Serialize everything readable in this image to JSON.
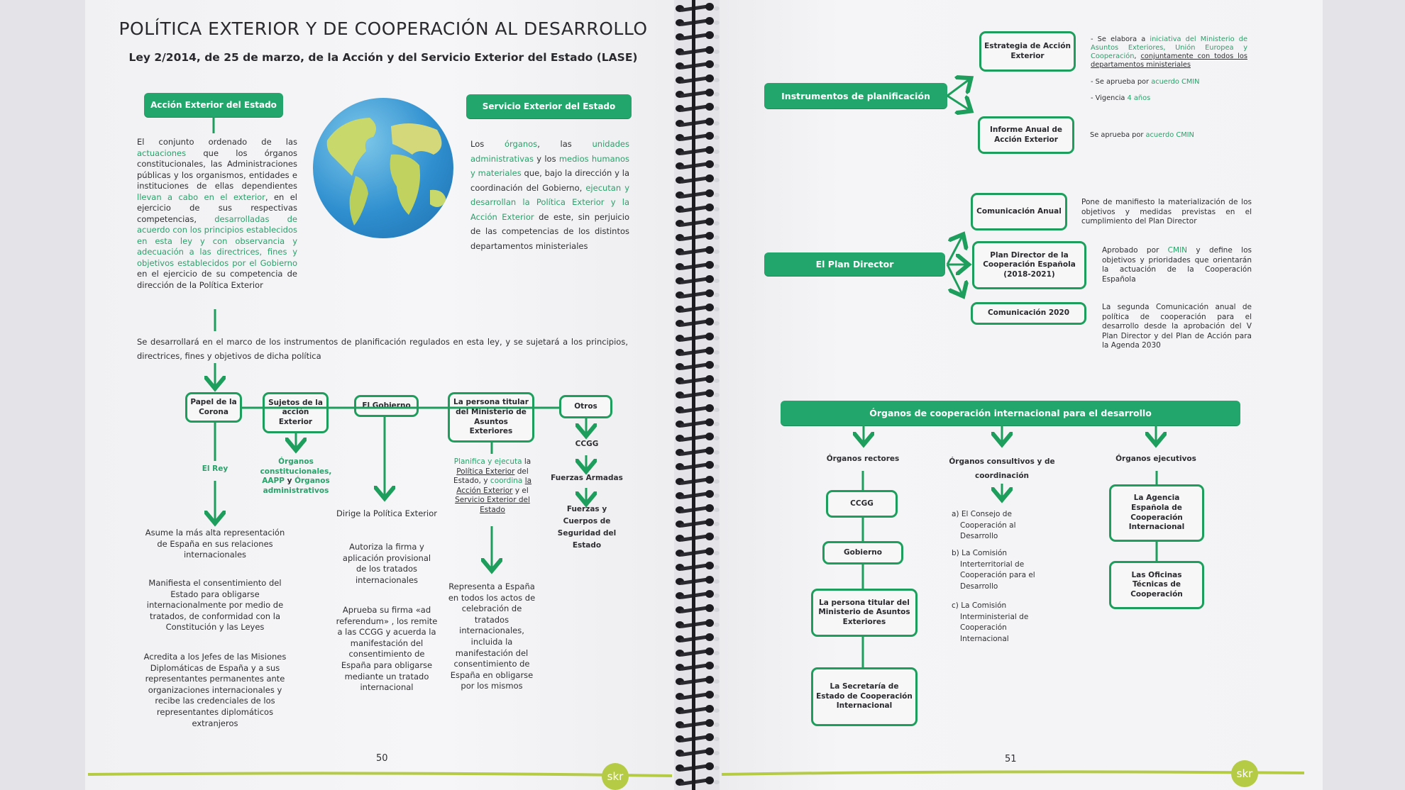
{
  "left_page": {
    "title": "POLÍTICA EXTERIOR Y DE COOPERACIÓN AL DESARROLLO",
    "subtitle": "Ley 2/2014, de 25 de marzo, de la Acción y del Servicio Exterior del Estado (LASE)",
    "accion_header": "Acción Exterior del Estado",
    "accion_text": [
      {
        "t": "El conjunto ordenado de las "
      },
      {
        "t": "actuaciones",
        "g": 1
      },
      {
        "t": " que los órganos constitucionales, las Administraciones públicas y los organismos, entidades e instituciones de ellas dependientes "
      },
      {
        "t": "llevan a cabo en el exterior",
        "g": 1
      },
      {
        "t": ", en el ejercicio de sus respectivas competencias, "
      },
      {
        "t": "desarrolladas de acuerdo con los principios establecidos en esta ley y con observancia y adecuación a las directrices, fines y objetivos establecidos por el Gobierno",
        "g": 1
      },
      {
        "t": " en el ejercicio de su competencia de dirección de la Política Exterior"
      }
    ],
    "servicio_header": "Servicio Exterior del Estado",
    "servicio_text": [
      {
        "t": "Los "
      },
      {
        "t": "órganos",
        "g": 1
      },
      {
        "t": ", las "
      },
      {
        "t": "unidades administrativas",
        "g": 1
      },
      {
        "t": " y los "
      },
      {
        "t": "medios humanos y materiales",
        "g": 1
      },
      {
        "t": " que, bajo la dirección y la coordinación del Gobierno, "
      },
      {
        "t": "ejecutan y desarrollan la Política Exterior y la Acción Exterior",
        "g": 1
      },
      {
        "t": " de este, sin perjuicio de las competencias de los distintos departamentos ministeriales"
      }
    ],
    "framework_text": "Se desarrollará en el marco de los instrumentos de planificación regulados en esta ley, y se sujetará a los principios, directrices, fines y objetivos de dicha política",
    "boxes": {
      "corona": "Papel de la Corona",
      "sujetos": "Sujetos de la acción Exterior",
      "gobierno": "El Gobierno",
      "ministro": "La persona titular del Ministerio de Asuntos Exteriores",
      "otros": "Otros"
    },
    "el_rey": "El Rey",
    "organos_constitucionales": [
      {
        "t": "Órganos constitucionales, AAPP",
        "g": 1
      },
      {
        "t": " y "
      },
      {
        "t": "Órganos administrativos",
        "g": 1
      }
    ],
    "rey_functions": [
      "Asume la más alta representación de España en sus relaciones internacionales",
      "Manifiesta el consentimiento del Estado para obligarse internacionalmente por medio de tratados, de conformidad con la Constitución y las Leyes",
      "Acredita a los Jefes de las Misiones Diplomáticas de España y a sus representantes permanentes ante organizaciones internacionales y recibe las credenciales de los representantes diplomáticos extranjeros"
    ],
    "gobierno_functions": [
      "Dirige la Política Exterior",
      "Autoriza la firma y aplicación provisional de los tratados internacionales",
      "Aprueba su firma «ad referendum» , los remite a las CCGG  y acuerda la manifestación del consentimiento de España para obligarse mediante un tratado internacional"
    ],
    "ministro_planifica": [
      {
        "t": "Planifica y ejecuta",
        "g": 1
      },
      {
        "t": " la "
      },
      {
        "t": "Política Exterior",
        "u": 1
      },
      {
        "t": " del Estado, y "
      },
      {
        "t": "coordina",
        "g": 1
      },
      {
        "t": " "
      },
      {
        "t": "la Acción Exterior",
        "u": 1
      },
      {
        "t": " y el "
      },
      {
        "t": "Servicio Exterior del Estado",
        "u": 1
      }
    ],
    "ministro_representa": "Representa a España en todos los actos de celebración de tratados internacionales, incluida la manifestación del consentimiento de España en obligarse por los mismos",
    "otros_chain": [
      "CCGG",
      "Fuerzas Armadas",
      "Fuerzas y Cuerpos de Seguridad del Estado"
    ],
    "page_number": "50",
    "logo": "skr"
  },
  "right_page": {
    "instrumentos_header": "Instrumentos de planificación",
    "estrategia_box": "Estrategia de Acción Exterior",
    "estrategia_notes": [
      [
        {
          "t": "- Se elabora a "
        },
        {
          "t": "iniciativa del Ministerio de Asuntos Exteriores, Unión Europea y Cooperación",
          "g": 1
        },
        {
          "t": ", "
        },
        {
          "t": "conjuntamente con todos los departamentos ministeriales",
          "u": 1
        }
      ],
      [
        {
          "t": "- Se aprueba por "
        },
        {
          "t": "acuerdo CMIN",
          "g": 1
        }
      ],
      [
        {
          "t": "- Vigencia "
        },
        {
          "t": "4 años",
          "g": 1
        }
      ]
    ],
    "informe_box": "Informe Anual de Acción Exterior",
    "informe_note": [
      {
        "t": "Se aprueba por "
      },
      {
        "t": "acuerdo CMIN",
        "g": 1
      }
    ],
    "plan_header": "El Plan Director",
    "comunicacion_anual_box": "Comunicación Anual",
    "comunicacion_anual_note": "Pone de manifiesto la materialización de los objetivos y medidas previstas en el cumplimiento del Plan Director",
    "plan_director_box": "Plan Director de la Cooperación Española (2018-2021)",
    "plan_director_note": [
      {
        "t": "Aprobado por  "
      },
      {
        "t": "CMIN",
        "g": 1
      },
      {
        "t": " y define los objetivos y prioridades que orientarán la actuación de la Cooperación Española"
      }
    ],
    "comunicacion_2020_box": "Comunicación 2020",
    "comunicacion_2020_note": "La segunda Comunicación anual de política de cooperación para el desarrollo desde la aprobación del V Plan Director y del Plan de Acción para la Agenda 2030",
    "organos_header": "Órganos de cooperación internacional para el desarrollo",
    "rectores_label": "Órganos rectores",
    "rectores": [
      "CCGG",
      "Gobierno",
      "La persona titular del Ministerio de Asuntos Exteriores",
      "La Secretaría de Estado de Cooperación Internacional"
    ],
    "consultivos_label": "Órganos consultivos y de coordinación",
    "consultivos": [
      "a) El Consejo de Cooperación al Desarrollo",
      "b) La Comisión Interterritorial de Cooperación para el Desarrollo",
      "c) La Comisión Interministerial de Cooperación Internacional"
    ],
    "ejecutivos_label": "Órganos ejecutivos",
    "ejecutivos": [
      "La Agencia Española de Cooperación Internacional",
      "Las Oficinas Técnicas de Cooperación"
    ],
    "page_number": "51",
    "logo": "skr"
  },
  "colors": {
    "green": "#23a66c",
    "line": "#1e9e5c",
    "lime": "#b5cb45",
    "text": "#2f2f33"
  }
}
